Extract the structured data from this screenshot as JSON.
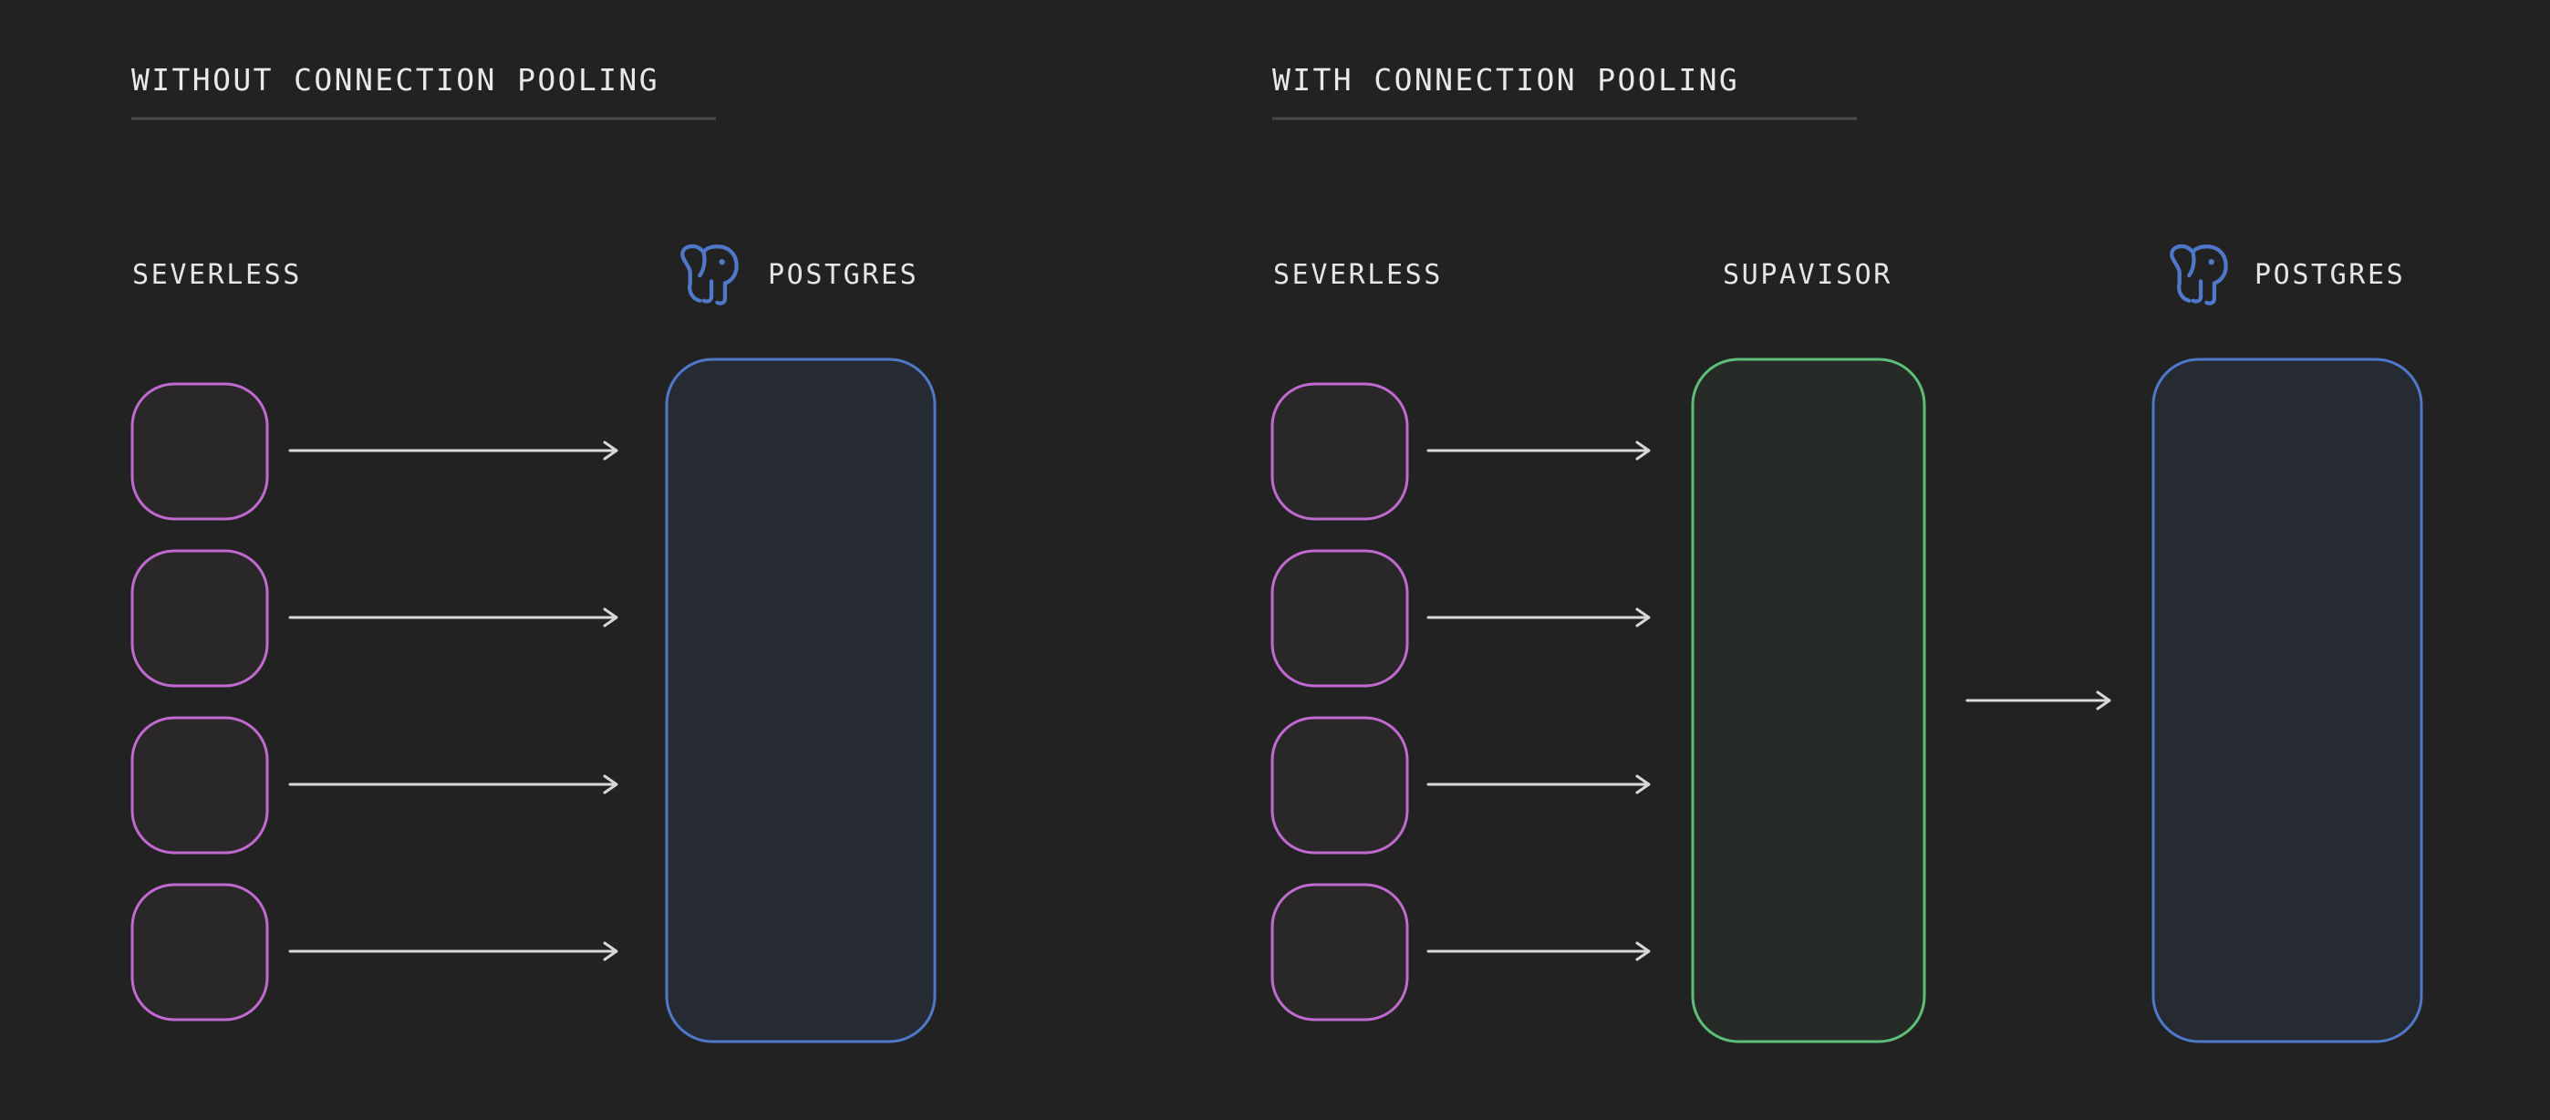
{
  "left_panel": {
    "title": "WITHOUT CONNECTION POOLING",
    "severless_label": "SEVERLESS",
    "postgres_label": "POSTGRES",
    "client_count": 4,
    "postgres_icon": "postgres-elephant-icon"
  },
  "right_panel": {
    "title": "WITH CONNECTION POOLING",
    "severless_label": "SEVERLESS",
    "supavisor_label": "SUPAVISOR",
    "postgres_label": "POSTGRES",
    "client_count": 4,
    "postgres_icon": "postgres-elephant-icon"
  },
  "colors": {
    "background": "#222222",
    "client_stroke": "#c06ad0",
    "postgres_stroke": "#4f78c9",
    "supavisor_stroke": "#5dbf76",
    "arrow": "#d8d8d8"
  }
}
